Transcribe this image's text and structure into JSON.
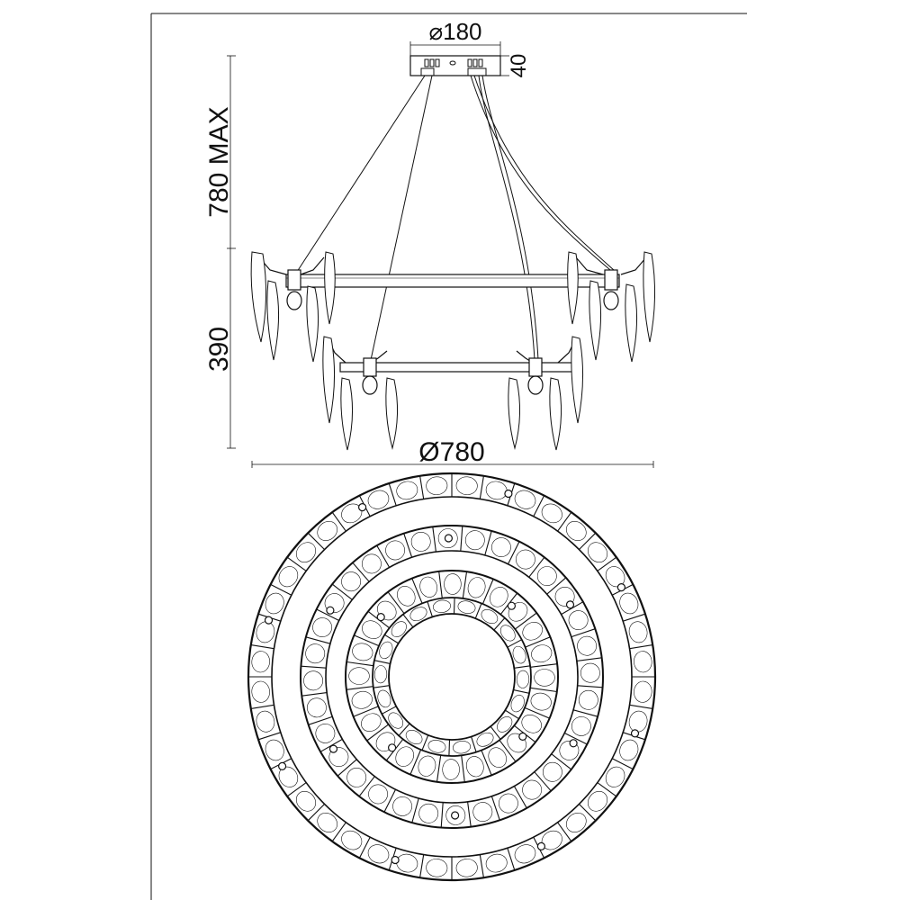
{
  "dimensions": {
    "canopy_diameter": "⌀180",
    "canopy_height": "40",
    "max_height": "780 MAX",
    "body_height": "390",
    "overall_diameter": "Ø780"
  },
  "colors": {
    "line": "#111111",
    "background": "#ffffff"
  }
}
